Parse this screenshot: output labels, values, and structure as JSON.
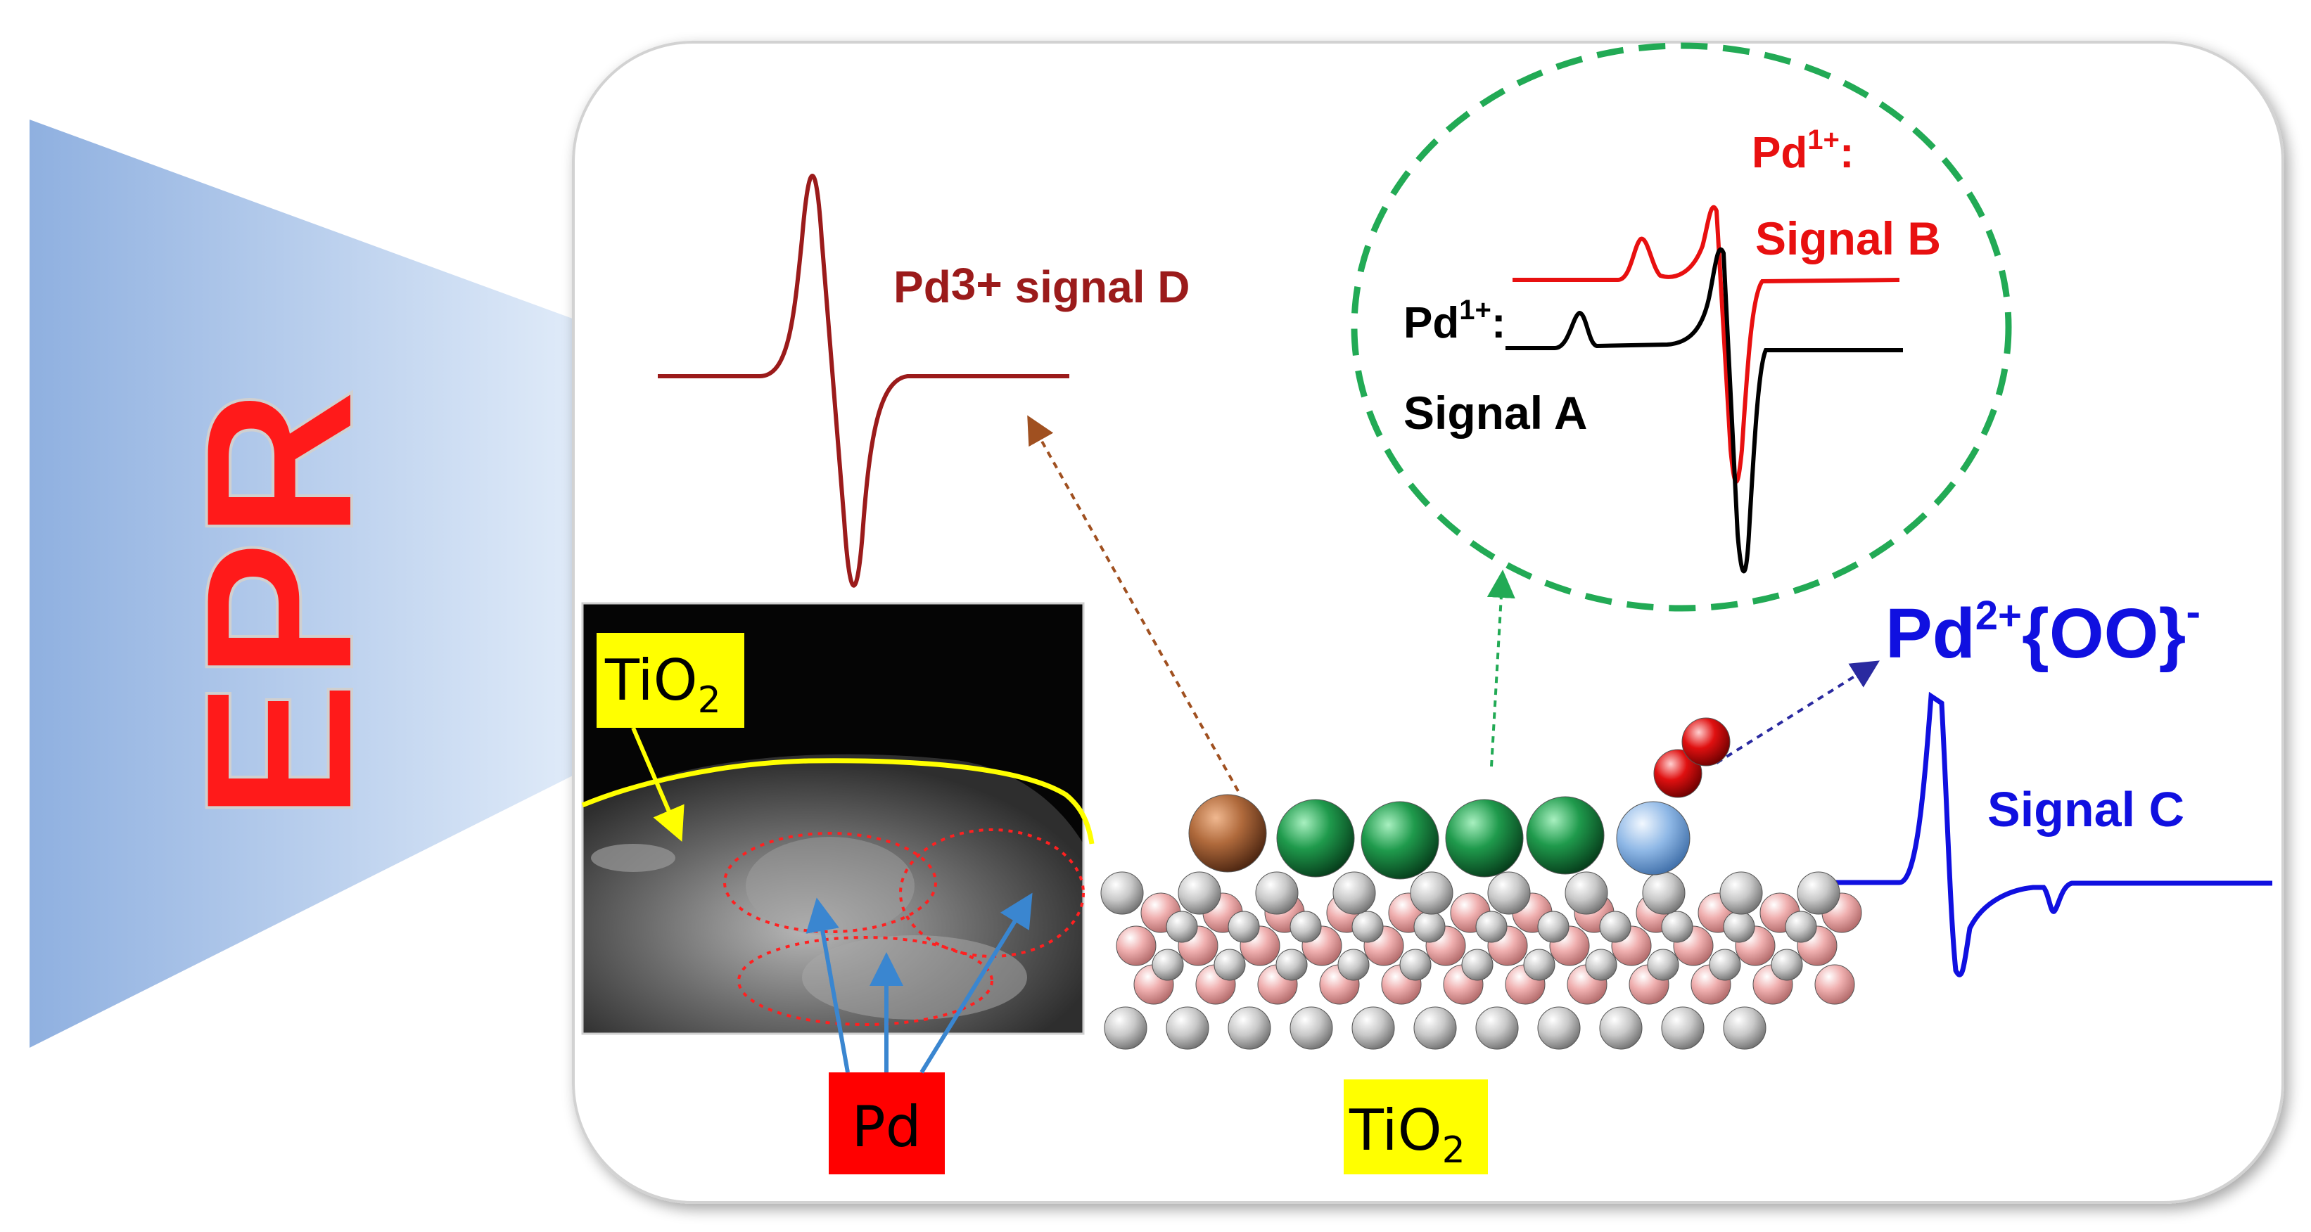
{
  "beam": {
    "label": "EPR"
  },
  "signals": {
    "d": {
      "label": "Pd3+ signal D",
      "prefix": "Pd",
      "superscript": "3+",
      "suffix": " signal D",
      "color": "#9b1b1b"
    },
    "a": {
      "species": "Pd",
      "superscript": "1+",
      "colon": ":",
      "name": "Signal A",
      "color": "#000000"
    },
    "b": {
      "species": "Pd",
      "superscript": "1+",
      "colon": ":",
      "name": "Signal B",
      "color": "#e81010"
    },
    "c": {
      "species": "Pd",
      "superscript": "2+",
      "ligand": "{OO}",
      "charge": "-",
      "name": "Signal C",
      "color": "#1010e0"
    }
  },
  "micrograph": {
    "support_label": "TiO",
    "support_subscript": "2",
    "particle_label": "Pd"
  },
  "model": {
    "support_label": "TiO",
    "support_subscript": "2"
  },
  "colors": {
    "highlight_yellow": "#ffff00",
    "highlight_red": "#ff0000",
    "dash_green": "#22aa55",
    "arrow_blue": "#3a86d0"
  }
}
